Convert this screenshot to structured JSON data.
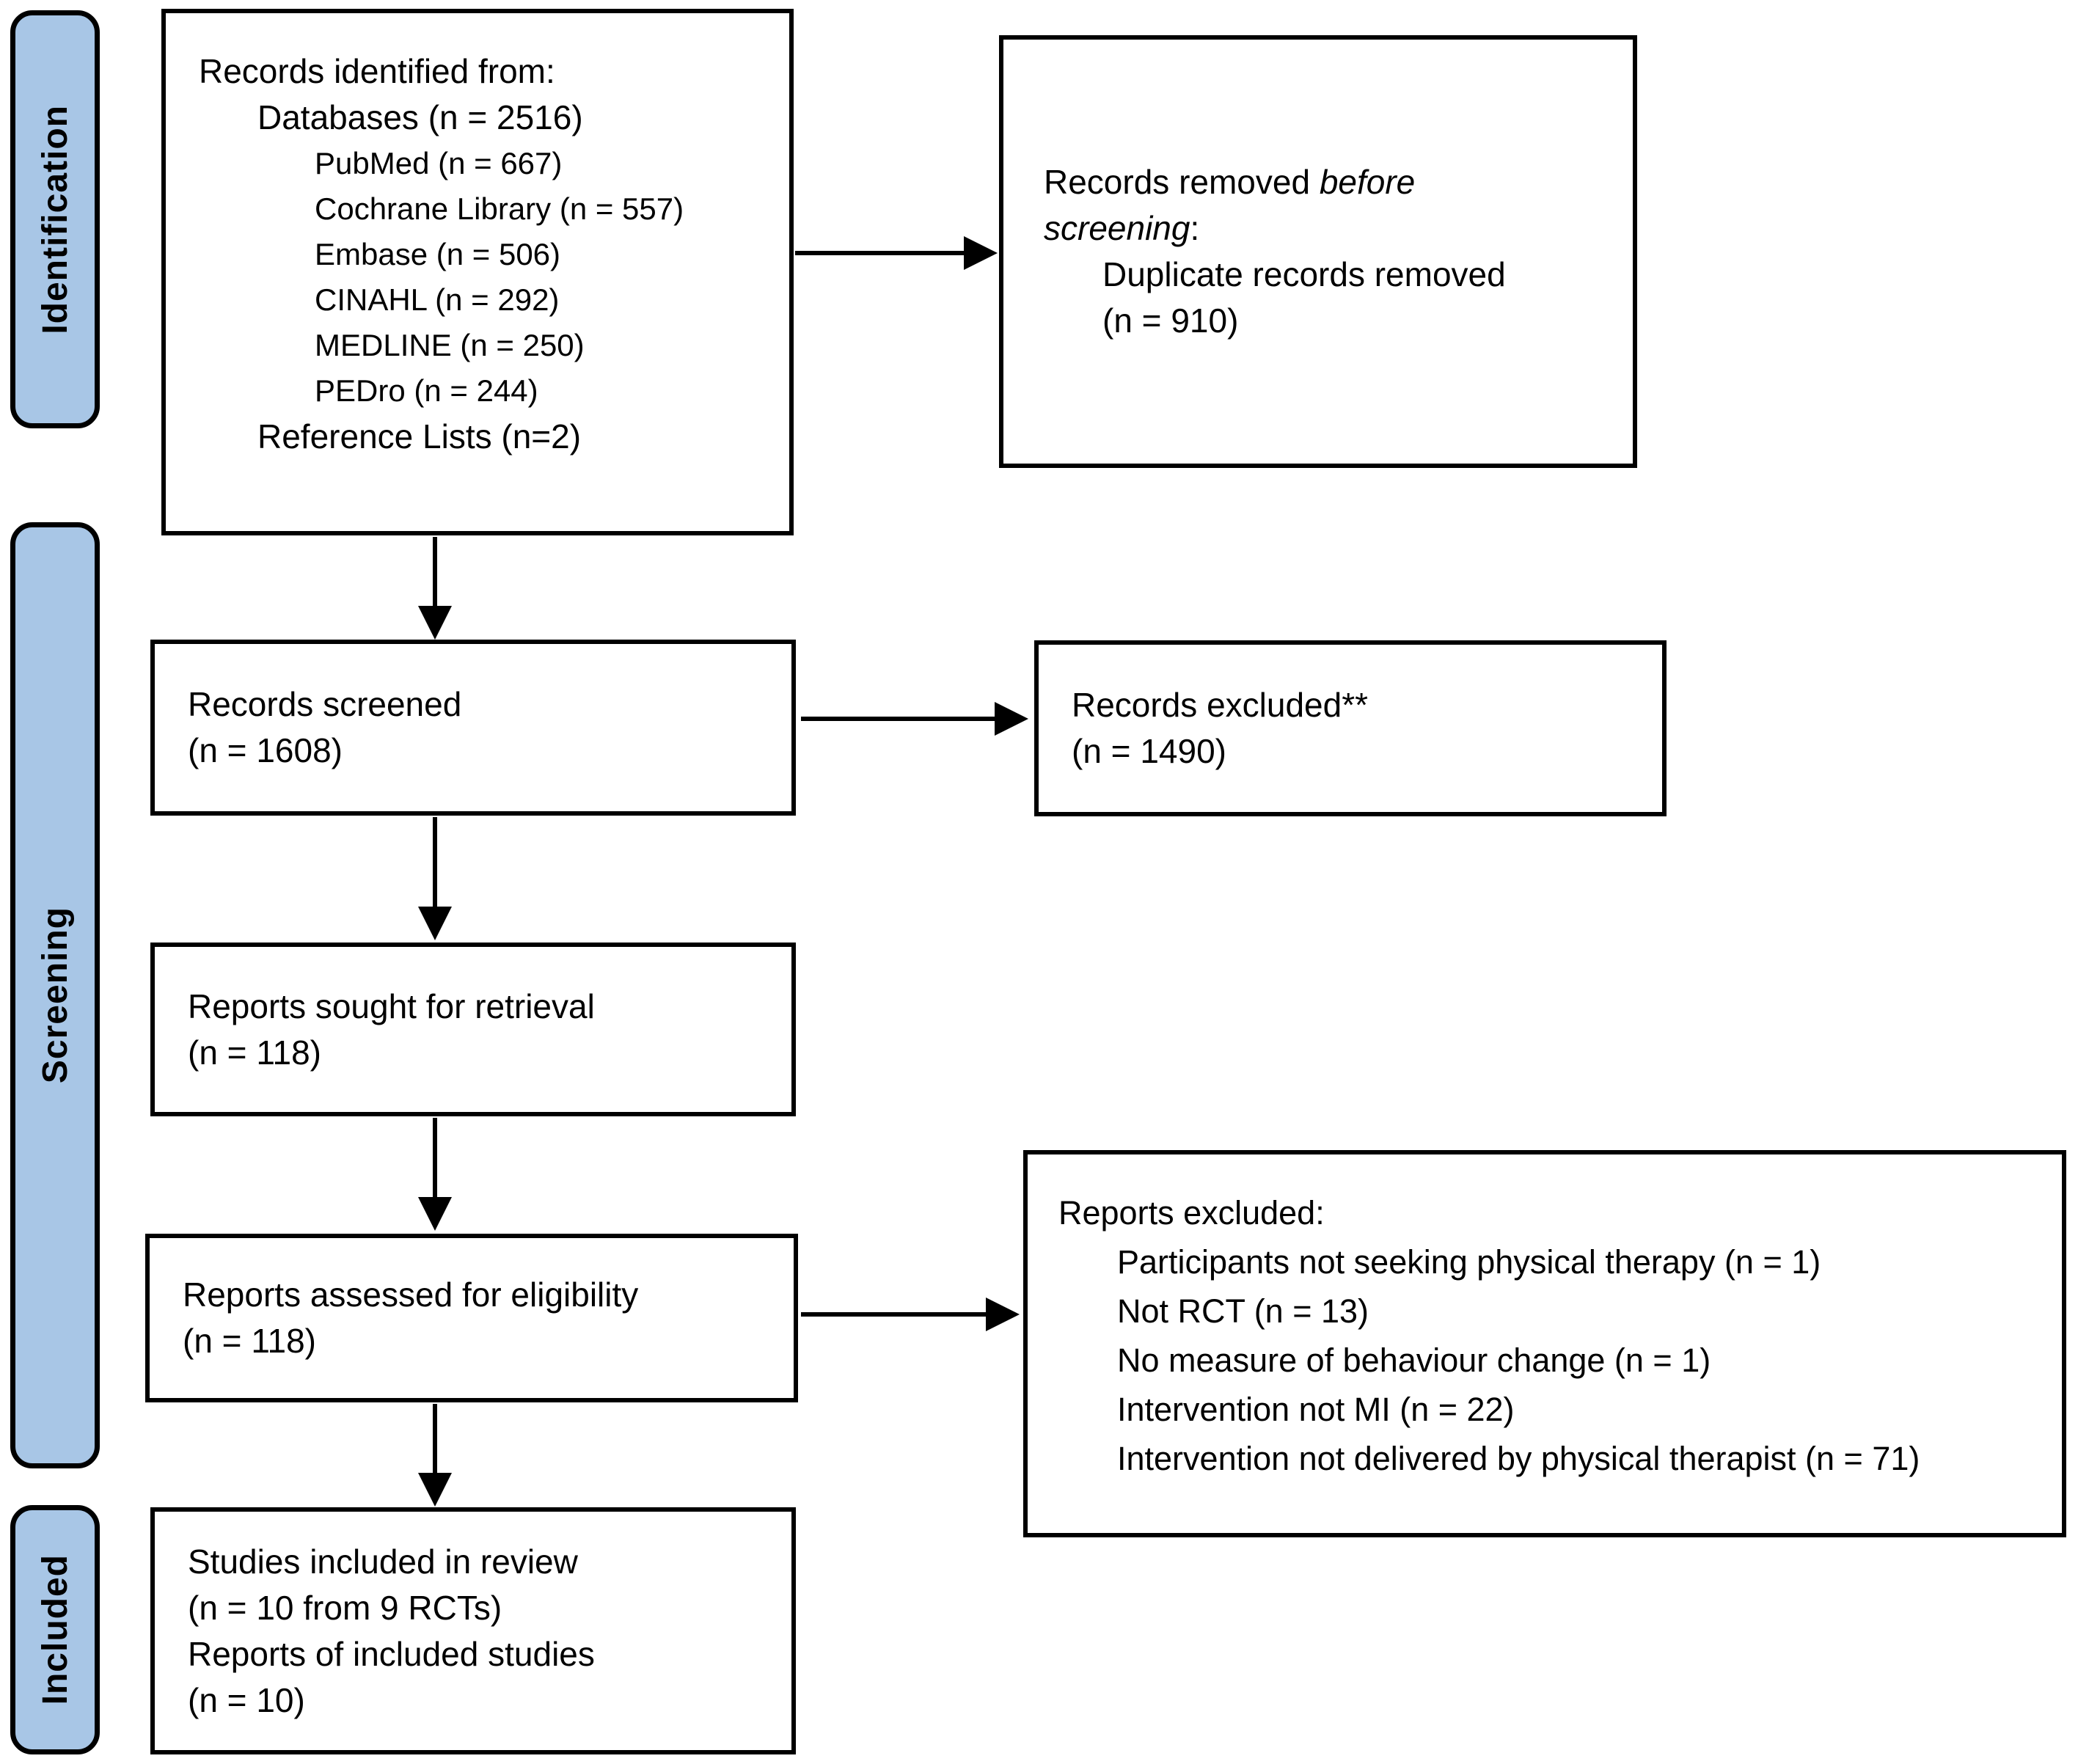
{
  "palette": {
    "stage_fill": "#a8c6e6",
    "border": "#000000",
    "background": "#ffffff"
  },
  "stages": {
    "identification": "Identification",
    "screening": "Screening",
    "included": "Included"
  },
  "boxes": {
    "identified": {
      "line1": "Records identified from:",
      "line2": "Databases (n = 2516)",
      "line3": "PubMed (n = 667)",
      "line4": "Cochrane Library (n = 557)",
      "line5": "Embase (n = 506)",
      "line6": "CINAHL (n = 292)",
      "line7": "MEDLINE (n = 250)",
      "line8": "PEDro (n = 244)",
      "line9": "Reference Lists (n=2)"
    },
    "removed": {
      "title_prefix": "Records removed ",
      "title_italic": "before screening",
      "title_suffix": ":",
      "line1": "Duplicate records removed",
      "line2": "(n = 910)"
    },
    "screened": {
      "line1": "Records screened",
      "line2": "(n = 1608)"
    },
    "records_excluded": {
      "line1": "Records excluded**",
      "line2": "(n = 1490)"
    },
    "sought": {
      "line1": "Reports sought for retrieval",
      "line2": "(n = 118)"
    },
    "assessed": {
      "line1": "Reports assessed for eligibility",
      "line2": "(n = 118)"
    },
    "reports_excluded": {
      "title": "Reports excluded:",
      "reason1": "Participants not seeking physical therapy (n = 1)",
      "reason2": "Not RCT (n = 13)",
      "reason3": "No measure of behaviour change (n = 1)",
      "reason4": "Intervention not MI (n = 22)",
      "reason5": "Intervention not delivered by physical therapist (n = 71)"
    },
    "included_studies": {
      "line1": "Studies included in review",
      "line2": "(n = 10 from 9 RCTs)",
      "line3": "Reports of included studies",
      "line4": "(n = 10)"
    }
  }
}
